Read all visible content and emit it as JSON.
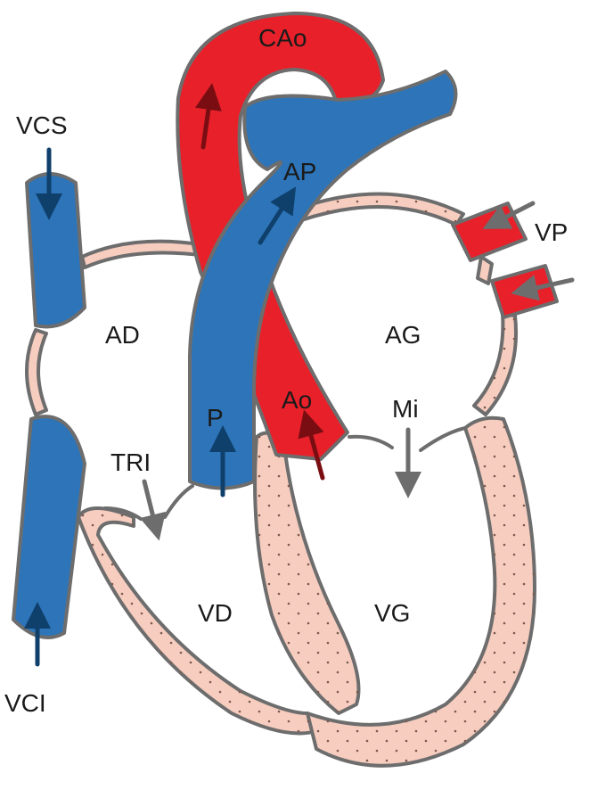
{
  "colors": {
    "oxygenated": "#e8202a",
    "deoxygenated": "#2d74b8",
    "wall": "#f7cdbf",
    "outline": "#6d6d6d",
    "arrow_dark_blue": "#0f3f6b",
    "arrow_dark_red": "#7a0d12",
    "arrow_grey": "#6d6d6d"
  },
  "labels": {
    "cao": "CAo",
    "ap": "AP",
    "vcs": "VCS",
    "vp": "VP",
    "ad": "AD",
    "ag": "AG",
    "p": "P",
    "ao": "Ao",
    "mi": "Mi",
    "tri": "TRI",
    "vd": "VD",
    "vg": "VG",
    "vci": "VCI"
  }
}
